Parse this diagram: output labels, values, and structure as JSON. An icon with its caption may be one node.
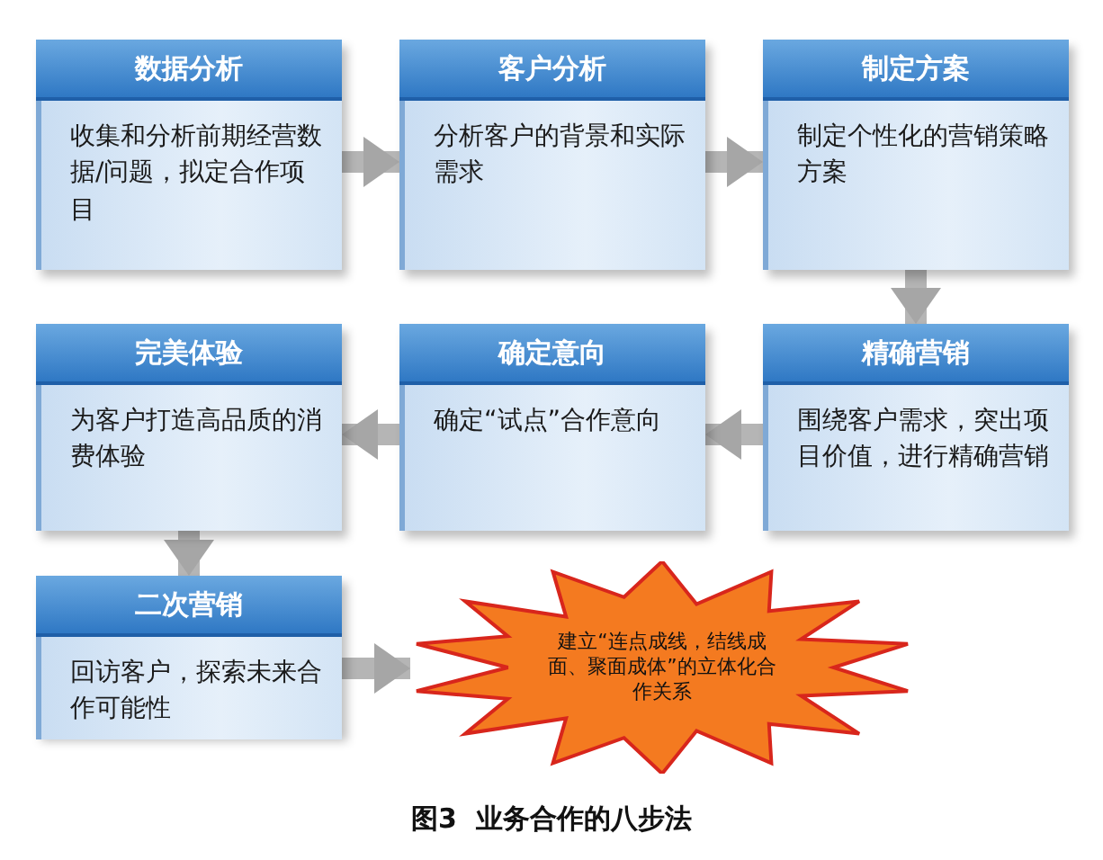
{
  "diagram": {
    "caption": "图3  业务合作的八步法",
    "nodes": [
      {
        "text": [
          "数据分析",
          "收集和分析前期经营数据/问题，拟定合作项目"
        ]
      },
      {
        "text": [
          "客户分析",
          "分析客户的背景和实际需求"
        ]
      },
      {
        "text": [
          "制定方案",
          "制定个性化的营销策略方案"
        ]
      },
      {
        "text": [
          "完美体验",
          "为客户打造高品质的消费体验"
        ]
      },
      {
        "text": [
          "确定意向",
          "确定“试点”合作意向"
        ]
      },
      {
        "text": [
          "精确营销",
          "围绕客户需求，突出项目价值，进行精确营销"
        ]
      },
      {
        "text": [
          "二次营销",
          "回访客户，探索未来合作可能性"
        ]
      },
      {
        "text": [
          "建立“连点成线，结线成面、聚面成体”的立体化合作关系"
        ]
      }
    ],
    "edges": [
      {
        "from": 0,
        "to": 1,
        "arrow": "to"
      },
      {
        "from": 1,
        "to": 2,
        "arrow": "to"
      },
      {
        "from": 2,
        "to": 5,
        "arrow": "to"
      },
      {
        "from": 5,
        "to": 4,
        "arrow": "to"
      },
      {
        "from": 4,
        "to": 3,
        "arrow": "to"
      },
      {
        "from": 3,
        "to": 6,
        "arrow": "to"
      },
      {
        "from": 6,
        "to": 7,
        "arrow": "to"
      }
    ]
  }
}
